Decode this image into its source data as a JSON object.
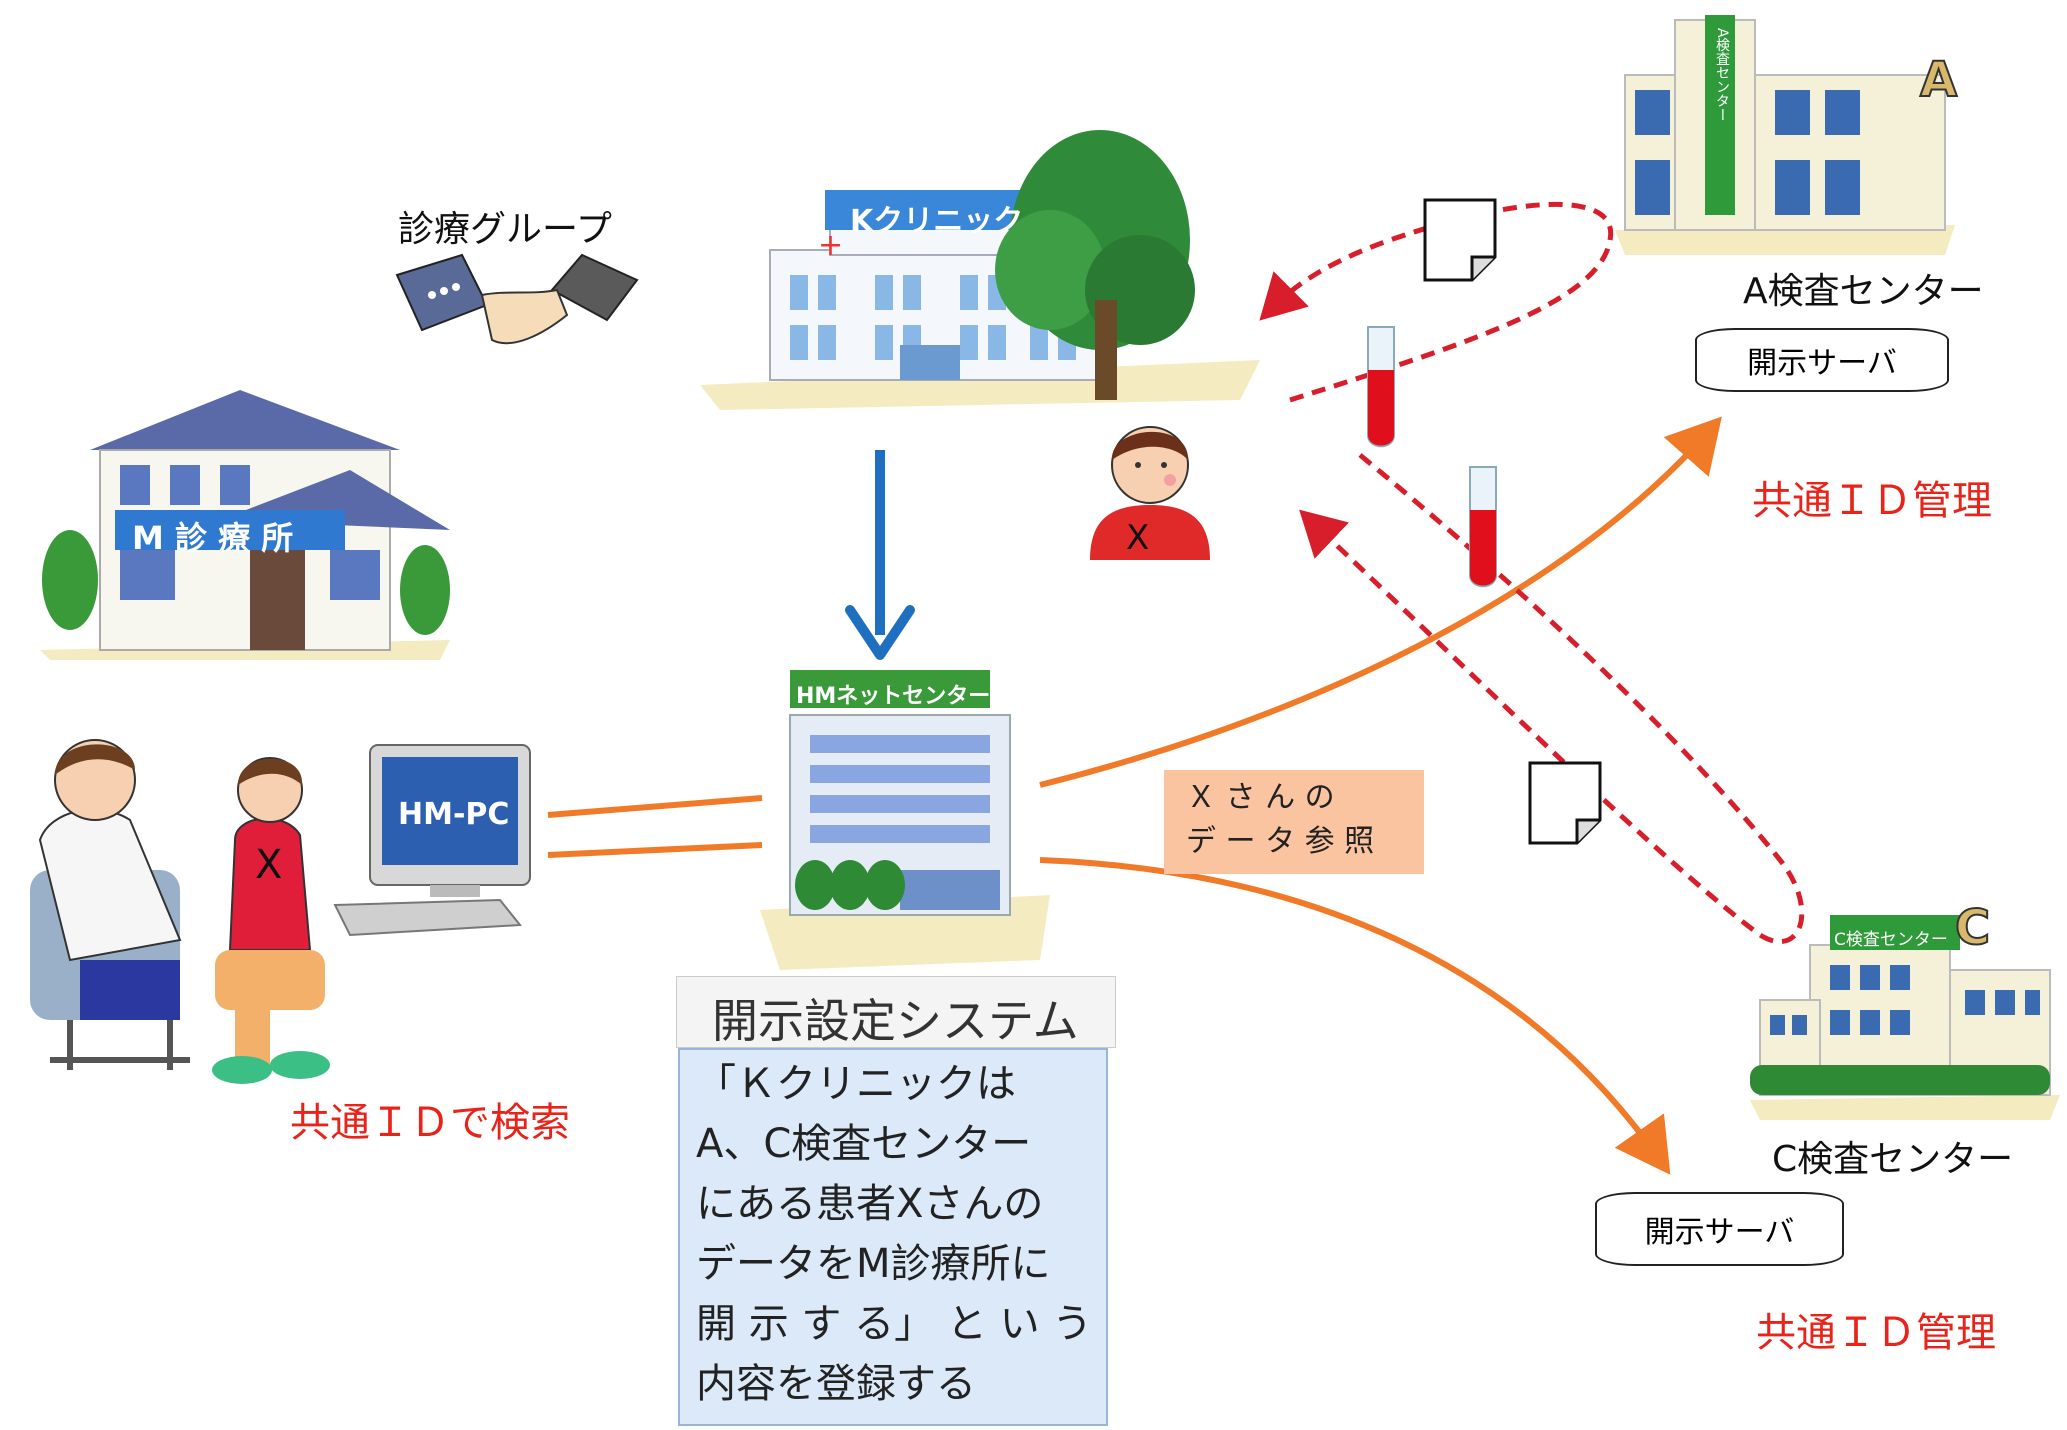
{
  "group_label": "診療グループ",
  "k_clinic_sign": "Kクリニック",
  "m_clinic_sign": "M 診 療 所",
  "patient_mark": "X",
  "hm_net_sign": "HMネットセンター",
  "hm_pc_label": "HM-PC",
  "a_letter": "A",
  "a_building_sign": "A検査センター",
  "a_center_name": "A検査センター",
  "a_server": "開示サーバ",
  "a_id_note": "共通ＩＤ管理",
  "c_letter": "C",
  "c_building_sign": "C検査センター",
  "c_center_name": "C検査センター",
  "c_server": "開示サーバ",
  "c_id_note": "共通ＩＤ管理",
  "search_note": "共通ＩＤで検索",
  "data_ref_line1": "Ｘ さ ん の",
  "data_ref_line2": "デ ー タ 参 照",
  "system_title": "開示設定システム",
  "system_desc": [
    "「Ｋクリニックは",
    "A、C検査センター",
    "にある患者Xさんの",
    "データをM診療所に",
    "開 示 す る」 と い う",
    "内容を登録する"
  ],
  "colors": {
    "accent_red": "#e8241a",
    "orange": "#f07a28",
    "blue_arrow": "#1f6fc0",
    "note_bg": "#fbc4a0",
    "desc_bg": "#dbe9f8"
  }
}
